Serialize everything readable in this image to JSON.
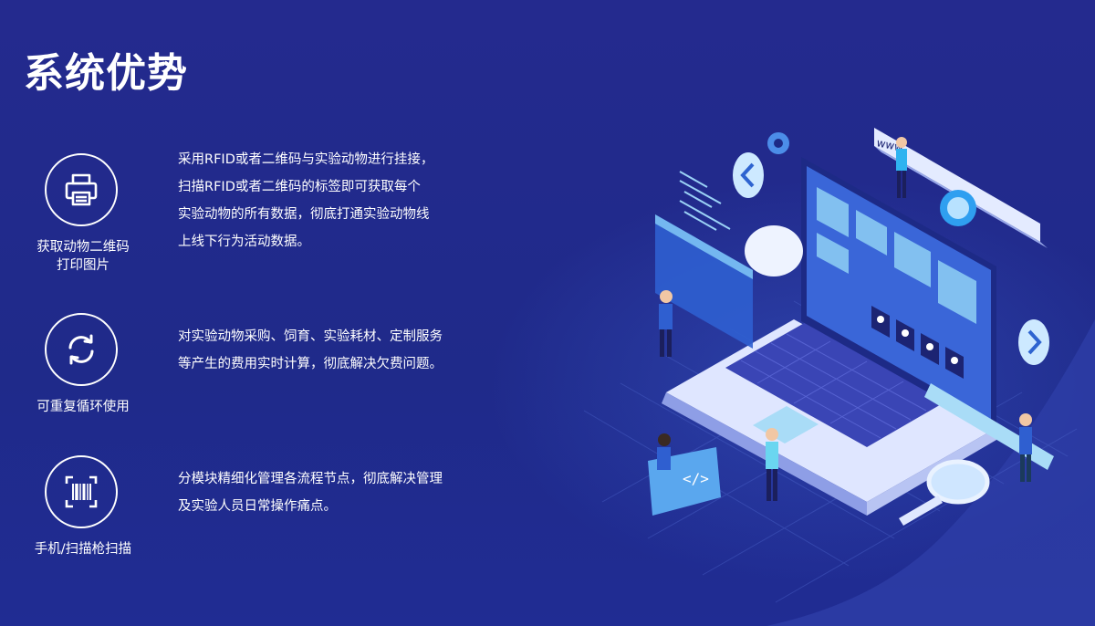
{
  "page": {
    "title": "系统优势"
  },
  "features": [
    {
      "icon": "printer-icon",
      "label_lines": [
        "获取动物二维码",
        "打印图片"
      ],
      "desc_lines": [
        "采用RFID或者二维码与实验动物进行挂接，",
        "扫描RFID或者二维码的标签即可获取每个",
        "实验动物的所有数据，彻底打通实验动物线",
        "上线下行为活动数据。"
      ]
    },
    {
      "icon": "refresh-icon",
      "label_lines": [
        "可重复循环使用"
      ],
      "desc_lines": [
        "对实验动物采购、饲育、实验耗材、定制服务",
        "等产生的费用实时计算，彻底解决欠费问题。"
      ]
    },
    {
      "icon": "barcode-scan-icon",
      "label_lines": [
        "手机/扫描枪扫描"
      ],
      "desc_lines": [
        "分模块精细化管理各流程节点，彻底解决管理",
        "及实验人员日常操作痛点。"
      ]
    }
  ],
  "illustration": {
    "url_badge": "www"
  },
  "colors": {
    "background": "#232a8c",
    "accent_light": "#7fd2f5",
    "accent_mid": "#3d7fe0",
    "text": "#ffffff"
  }
}
